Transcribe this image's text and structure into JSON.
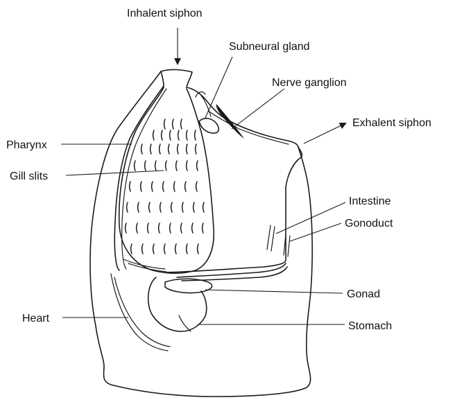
{
  "labels": {
    "inhalent_siphon": "Inhalent siphon",
    "subneural_gland": "Subneural gland",
    "nerve_ganglion": "Nerve ganglion",
    "exhalent_siphon": "Exhalent siphon",
    "pharynx": "Pharynx",
    "gill_slits": "Gill slits",
    "intestine": "Intestine",
    "gonoduct": "Gonoduct",
    "gonad": "Gonad",
    "heart": "Heart",
    "stomach": "Stomach"
  },
  "colors": {
    "ink": "#1a1a1a",
    "background": "#ffffff"
  }
}
